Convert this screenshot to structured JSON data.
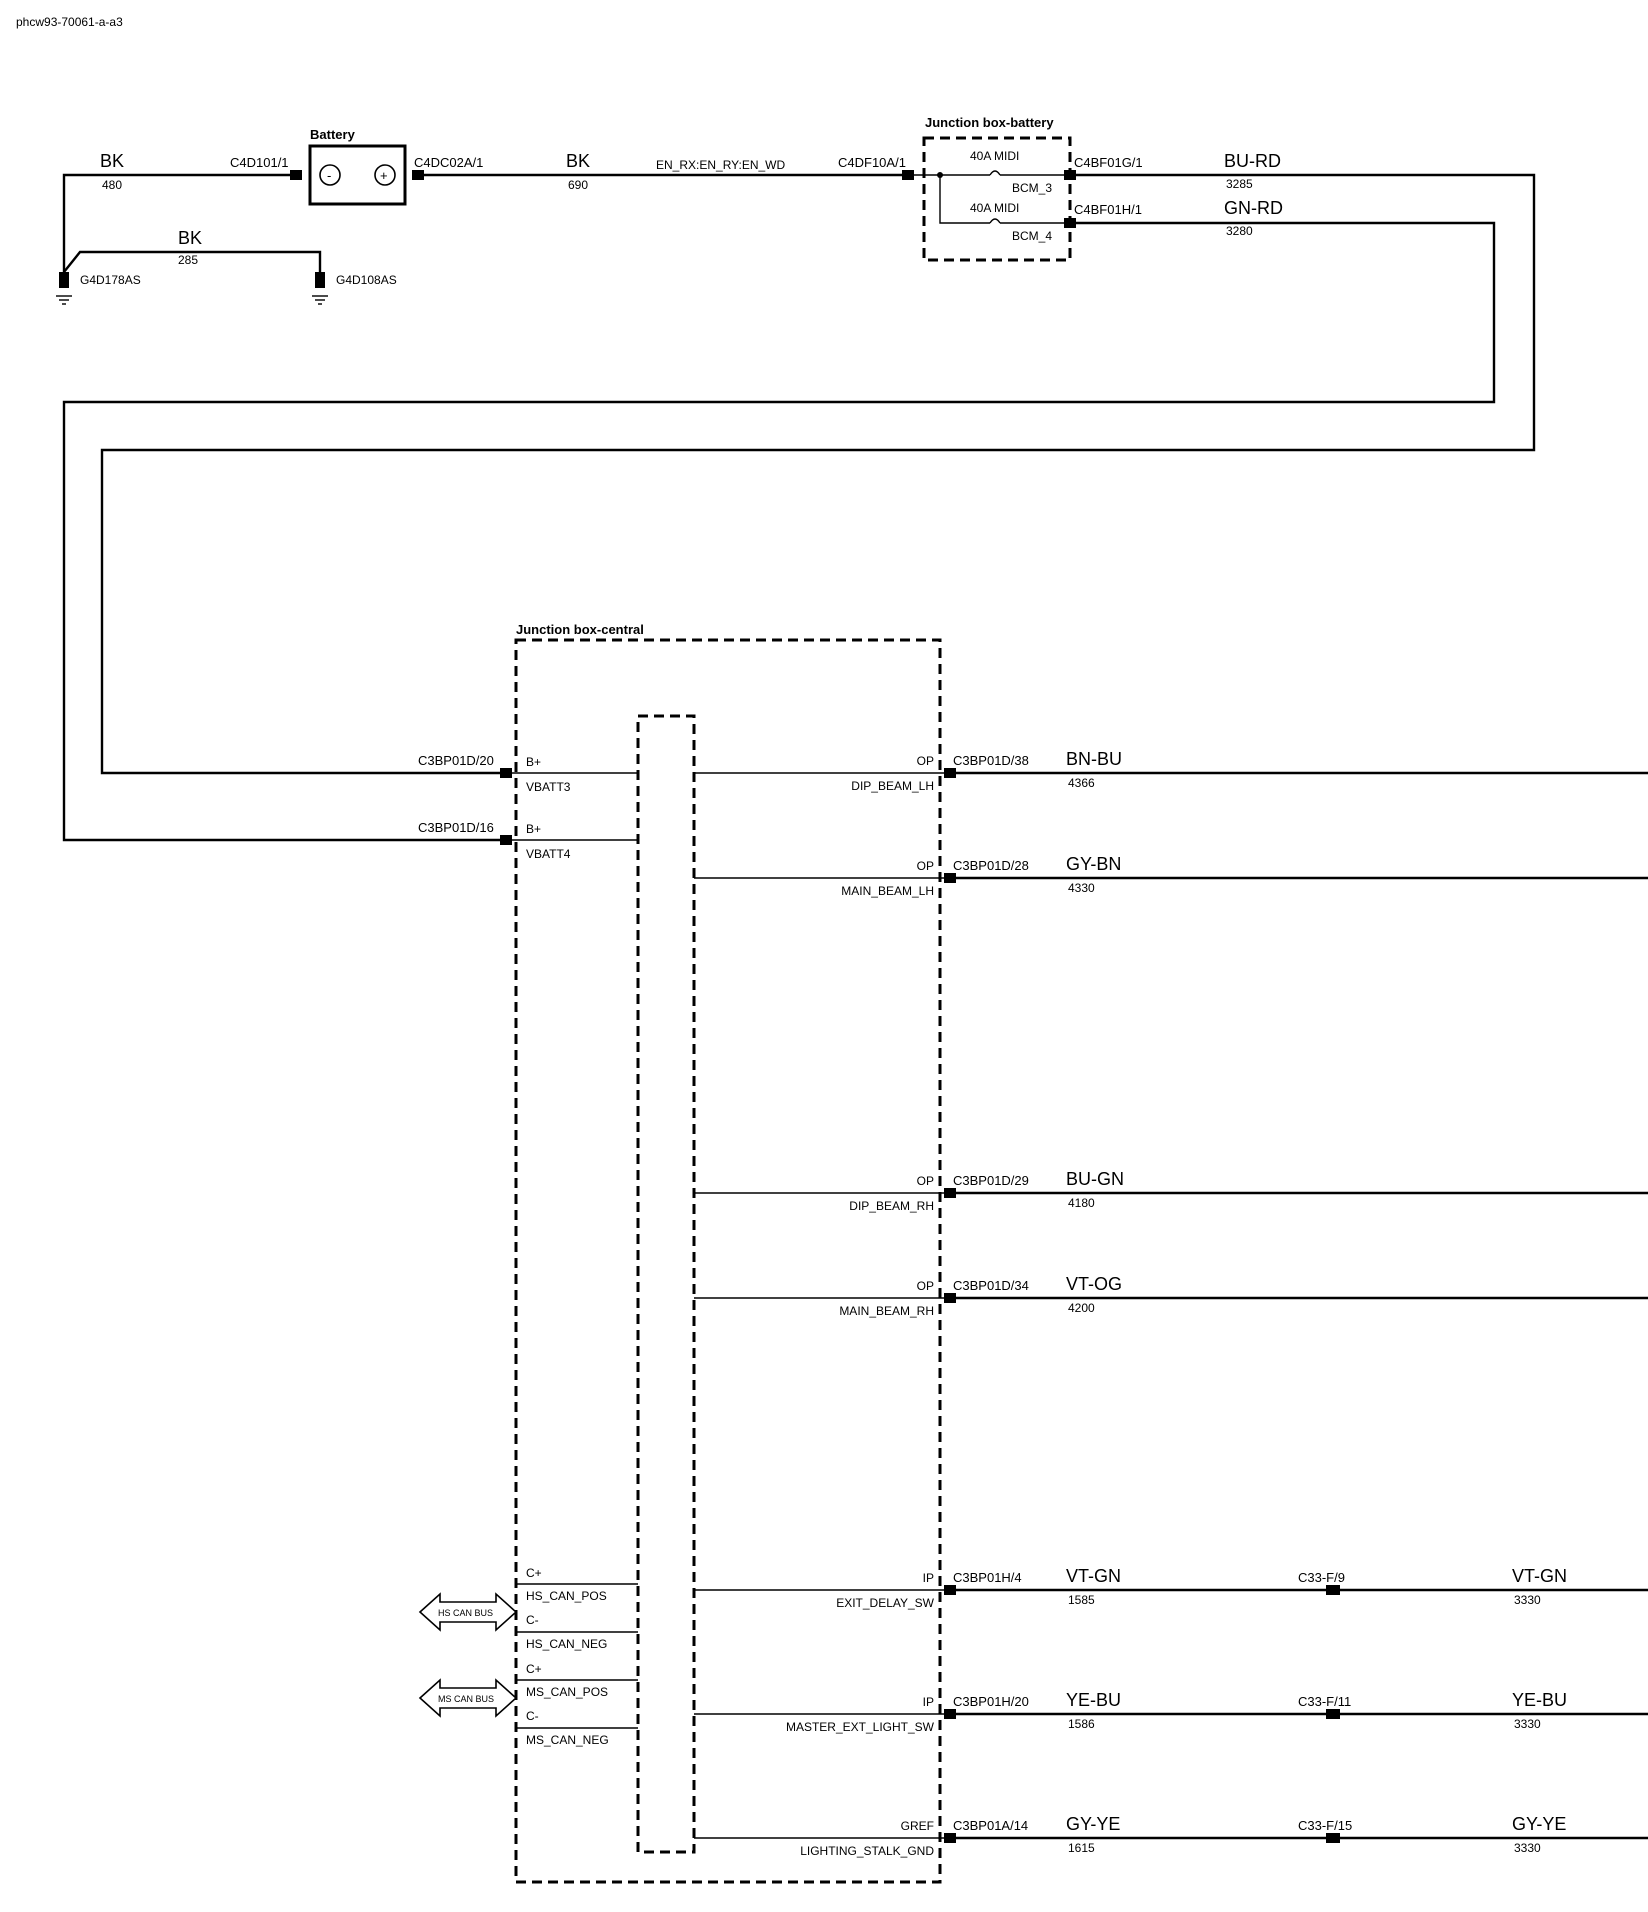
{
  "page": {
    "ref": "phcw93-70061-a-a3"
  },
  "battery": {
    "title": "Battery",
    "minus": "-",
    "plus": "+",
    "neg_connector": "C4D101/1",
    "pos_connector": "C4DC02A/1",
    "neg_wire_color": "BK",
    "neg_wire_no": "480",
    "pos_wire_color": "BK",
    "pos_wire_no": "690",
    "circuit": "EN_RX:EN_RY:EN_WD"
  },
  "grounds": {
    "bridge_color": "BK",
    "bridge_no": "285",
    "g1": "G4D178AS",
    "g2": "G4D108AS"
  },
  "jb_battery": {
    "title": "Junction box-battery",
    "input_connector": "C4DF10A/1",
    "fuse1": "40A MIDI",
    "fuse1_name": "BCM_3",
    "fuse2": "40A MIDI",
    "fuse2_name": "BCM_4",
    "out1_connector": "C4BF01G/1",
    "out1_color": "BU-RD",
    "out1_no": "3285",
    "out2_connector": "C4BF01H/1",
    "out2_color": "GN-RD",
    "out2_no": "3280"
  },
  "jb_central": {
    "title": "Junction box-central",
    "inputs": [
      {
        "connector": "C3BP01D/20",
        "pin": "B+",
        "signal": "VBATT3"
      },
      {
        "connector": "C3BP01D/16",
        "pin": "B+",
        "signal": "VBATT4"
      }
    ],
    "can": [
      {
        "label": "HS CAN BUS",
        "pos_pin": "C+",
        "pos_signal": "HS_CAN_POS",
        "neg_pin": "C-",
        "neg_signal": "HS_CAN_NEG"
      },
      {
        "label": "MS CAN BUS",
        "pos_pin": "C+",
        "pos_signal": "MS_CAN_POS",
        "neg_pin": "C-",
        "neg_signal": "MS_CAN_NEG"
      }
    ],
    "outputs": [
      {
        "type": "OP",
        "signal": "DIP_BEAM_LH",
        "connector": "C3BP01D/38",
        "color": "BN-BU",
        "no": "4366"
      },
      {
        "type": "OP",
        "signal": "MAIN_BEAM_LH",
        "connector": "C3BP01D/28",
        "color": "GY-BN",
        "no": "4330"
      },
      {
        "type": "OP",
        "signal": "DIP_BEAM_RH",
        "connector": "C3BP01D/29",
        "color": "BU-GN",
        "no": "4180"
      },
      {
        "type": "OP",
        "signal": "MAIN_BEAM_RH",
        "connector": "C3BP01D/34",
        "color": "VT-OG",
        "no": "4200"
      },
      {
        "type": "IP",
        "signal": "EXIT_DELAY_SW",
        "connector": "C3BP01H/4",
        "color": "VT-GN",
        "no": "1585",
        "inline": "C33-F/9",
        "color2": "VT-GN",
        "no2": "3330"
      },
      {
        "type": "IP",
        "signal": "MASTER_EXT_LIGHT_SW",
        "connector": "C3BP01H/20",
        "color": "YE-BU",
        "no": "1586",
        "inline": "C33-F/11",
        "color2": "YE-BU",
        "no2": "3330"
      },
      {
        "type": "GREF",
        "signal": "LIGHTING_STALK_GND",
        "connector": "C3BP01A/14",
        "color": "GY-YE",
        "no": "1615",
        "inline": "C33-F/15",
        "color2": "GY-YE",
        "no2": "3330"
      }
    ]
  }
}
